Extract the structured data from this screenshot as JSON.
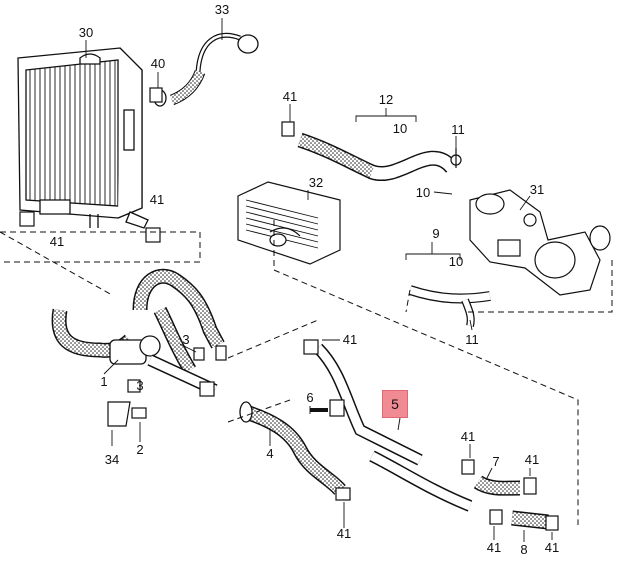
{
  "diagram": {
    "highlight_color": "#f08a93",
    "highlighted_callout": "5",
    "callouts": {
      "c33": "33",
      "c30": "30",
      "c40": "40",
      "c41_top": "41",
      "c12": "12",
      "c10_upper": "10",
      "c11_upper": "11",
      "c10_mid": "10",
      "c32": "32",
      "c31": "31",
      "c41_radleft": "41",
      "c41_radright": "41",
      "c9": "9",
      "c10_lower": "10",
      "c11_lower": "11",
      "c3_upper": "3",
      "c41_center": "41",
      "c1": "1",
      "c3_lower": "3",
      "c34": "34",
      "c2": "2",
      "c6": "6",
      "c4": "4",
      "c5": "5",
      "c41_r1": "41",
      "c41_r2": "41",
      "c7": "7",
      "c41_bottom": "41",
      "c41_b2": "41",
      "c8": "8",
      "c41_b3": "41"
    }
  }
}
